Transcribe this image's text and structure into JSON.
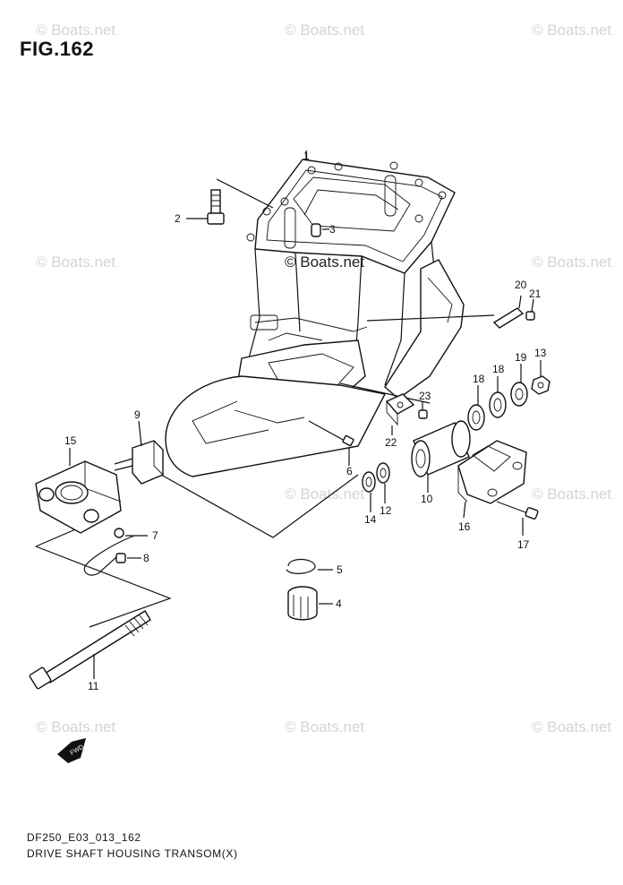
{
  "figure": {
    "title": "FIG.162"
  },
  "watermark": {
    "text": "© Boats.net",
    "center_text": "© Boats.net"
  },
  "footer": {
    "code": "DF250_E03_013_162",
    "caption": "DRIVE SHAFT HOUSING TRANSOM(X)"
  },
  "fwd_arrow": {
    "label": "FWD"
  },
  "callouts": {
    "c1": "1",
    "c2": "2",
    "c3": "3",
    "c4": "4",
    "c5": "5",
    "c6": "6",
    "c7": "7",
    "c8": "8",
    "c9": "9",
    "c10": "10",
    "c11": "11",
    "c12": "12",
    "c13": "13",
    "c14": "14",
    "c15": "15",
    "c16": "16",
    "c17": "17",
    "c18a": "18",
    "c18b": "18",
    "c19": "19",
    "c20": "20",
    "c21": "21",
    "c22": "22",
    "c23": "23"
  },
  "colors": {
    "line": "#111111",
    "watermark": "#d4d4d4",
    "background": "#ffffff"
  },
  "icons": {
    "fwd": "fwd-arrow-icon"
  }
}
